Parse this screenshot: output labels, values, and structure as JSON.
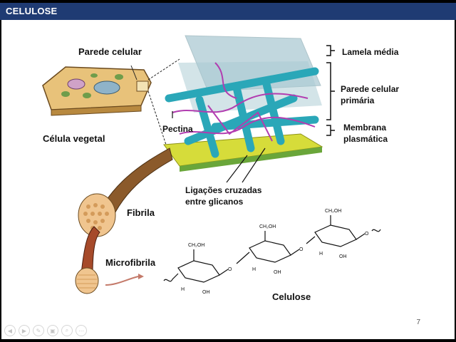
{
  "slide": {
    "title": "CELULOSE",
    "page_number": "7"
  },
  "labels": {
    "parede_celular": "Parede celular",
    "celula_vegetal": "Célula vegetal",
    "lamela_media": "Lamela média",
    "parede_primaria_1": "Parede celular",
    "parede_primaria_2": "primária",
    "membrana_1": "Membrana",
    "membrana_2": "plasmática",
    "pectina": "Pectina",
    "ligacoes_1": "Ligações cruzadas",
    "ligacoes_2": "entre glicanos",
    "fibrila": "Fibrila",
    "microfibrila": "Microfibrila",
    "celulose": "Celulose"
  },
  "molecule": {
    "ch2oh": "CH₂OH",
    "oh": "OH",
    "h": "H",
    "o": "O"
  },
  "controls": [
    "◀",
    "▶",
    "✎",
    "▣",
    "⌕",
    "⋯"
  ],
  "colors": {
    "title_bar": "#1f3b73",
    "cellulose_fiber": "#2aa7b8",
    "pectin": "#b23db0",
    "membrane": "#d6dc3a",
    "fibril": "#8b5a2b"
  }
}
